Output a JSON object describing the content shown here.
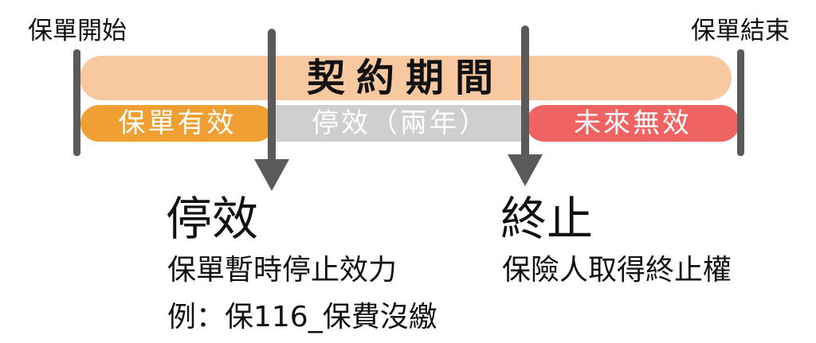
{
  "timeline": {
    "start_label": "保單開始",
    "end_label": "保單結束",
    "period_title": "契約期間",
    "segments": {
      "valid": "保單有效",
      "suspended": "停效（兩年）",
      "void": "未來無效"
    }
  },
  "suspension": {
    "title": "停效",
    "description": "保單暫時停止效力",
    "example": "例：保116_保費沒繳"
  },
  "termination": {
    "title": "終止",
    "description": "保險人取得終止權"
  },
  "colors": {
    "period_bar": "#f8c8a0",
    "valid": "#f0a033",
    "suspended": "#cfcfcf",
    "void": "#f06363",
    "markers": "#5a5a5a"
  }
}
